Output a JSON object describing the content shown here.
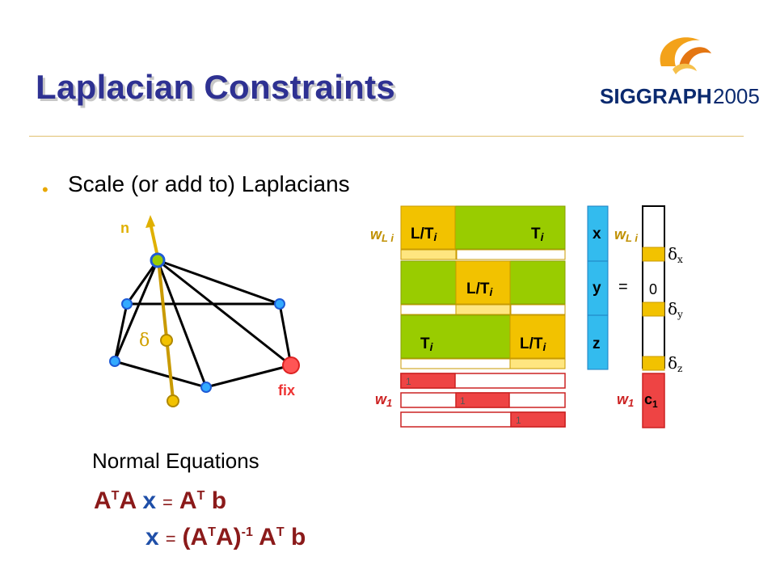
{
  "slide": {
    "title": "Laplacian Constraints",
    "bullet": "Scale (or add to) Laplacians",
    "normal_equations_label": "Normal Equations"
  },
  "logo": {
    "text_bold": "SIGGRAPH",
    "text_light": "2005"
  },
  "mesh": {
    "normal_label": "n",
    "delta_label": "δ",
    "fix_label": "fix"
  },
  "matrix": {
    "weight_label": "w",
    "weight_sub_L": "L i",
    "weight_sub_1": "1",
    "lt_label": "L/T",
    "t_label": "T",
    "sub_i": "i",
    "one": "1",
    "vec_x": "x",
    "vec_y": "y",
    "vec_z": "z",
    "equals": "=",
    "zero": "0",
    "delta": "δ",
    "sub_x": "x",
    "sub_y": "y",
    "sub_z": "z",
    "c_label": "c",
    "c_sub": "1"
  },
  "equations": {
    "A": "A",
    "T": "T",
    "x": "x",
    "b": "b",
    "eq": "=",
    "open": "(",
    "close": ")",
    "inv": "-1"
  },
  "colors": {
    "title": "#2e3192",
    "green": "#99cc00",
    "gold": "#f2c200",
    "pale_yellow": "#ffe680",
    "red": "#ee4444",
    "cyan": "#33bbee",
    "mesh_blue": "#1e5bd6",
    "dark_red": "#8b1a1a",
    "blue_text": "#1f4fa8"
  }
}
